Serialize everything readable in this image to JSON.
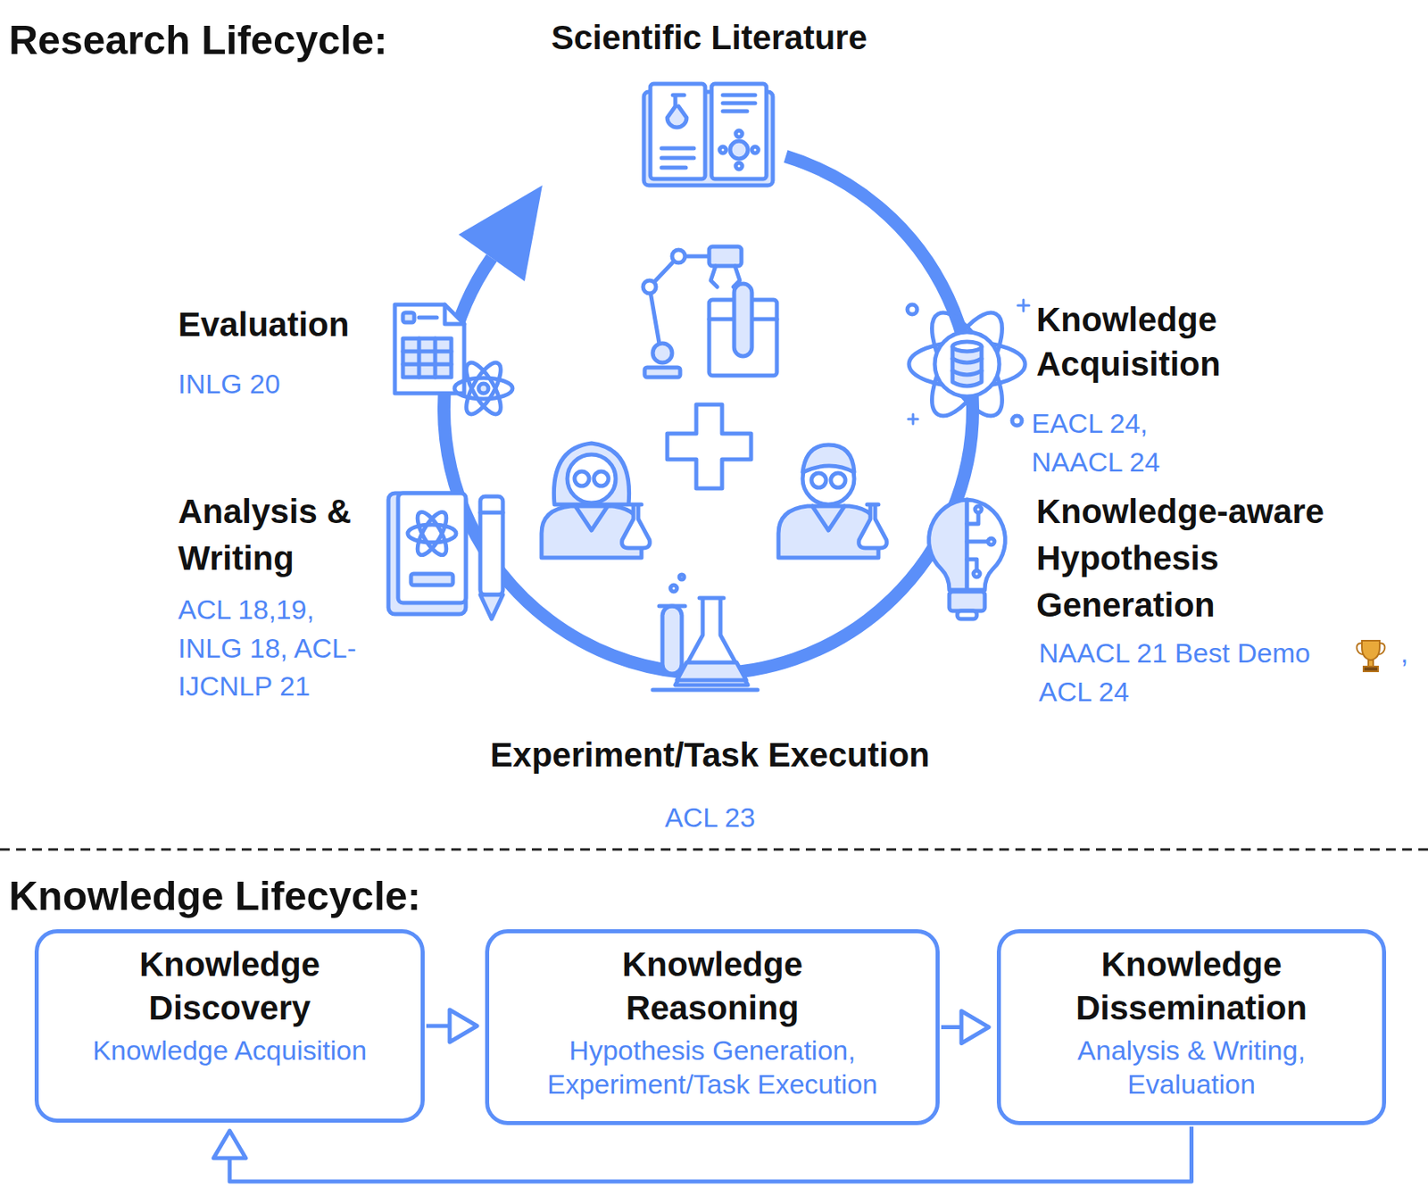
{
  "diagram": {
    "title": "Research Lifecycle:",
    "nodes": [
      {
        "text": [
          "Knowledge Discovery",
          "Knowledge Acquisition"
        ]
      },
      {
        "text": [
          "Knowledge Reasoning",
          "Hypothesis Generation, Experiment/Task Execution"
        ]
      },
      {
        "text": [
          "Knowledge Dissemination",
          "Analysis & Writing, Evaluation"
        ]
      }
    ],
    "edges": [
      {
        "from": 0,
        "to": 1,
        "arrow": "to"
      },
      {
        "from": 1,
        "to": 2,
        "arrow": "to"
      },
      {
        "from": 2,
        "to": 0,
        "arrow": "to"
      }
    ],
    "labels": [
      "Scientific Literature",
      "Evaluation",
      "INLG 20",
      "Knowledge Acquisition",
      "EACL 24, NAACL 24",
      "Knowledge-aware Hypothesis Generation",
      "NAACL 21 Best Demo",
      ",",
      "ACL 24",
      "Analysis & Writing",
      "ACL 18,19, INLG 18, ACL-IJCNLP 21",
      "Experiment/Task Execution",
      "ACL 23",
      "Knowledge Lifecycle:"
    ]
  }
}
